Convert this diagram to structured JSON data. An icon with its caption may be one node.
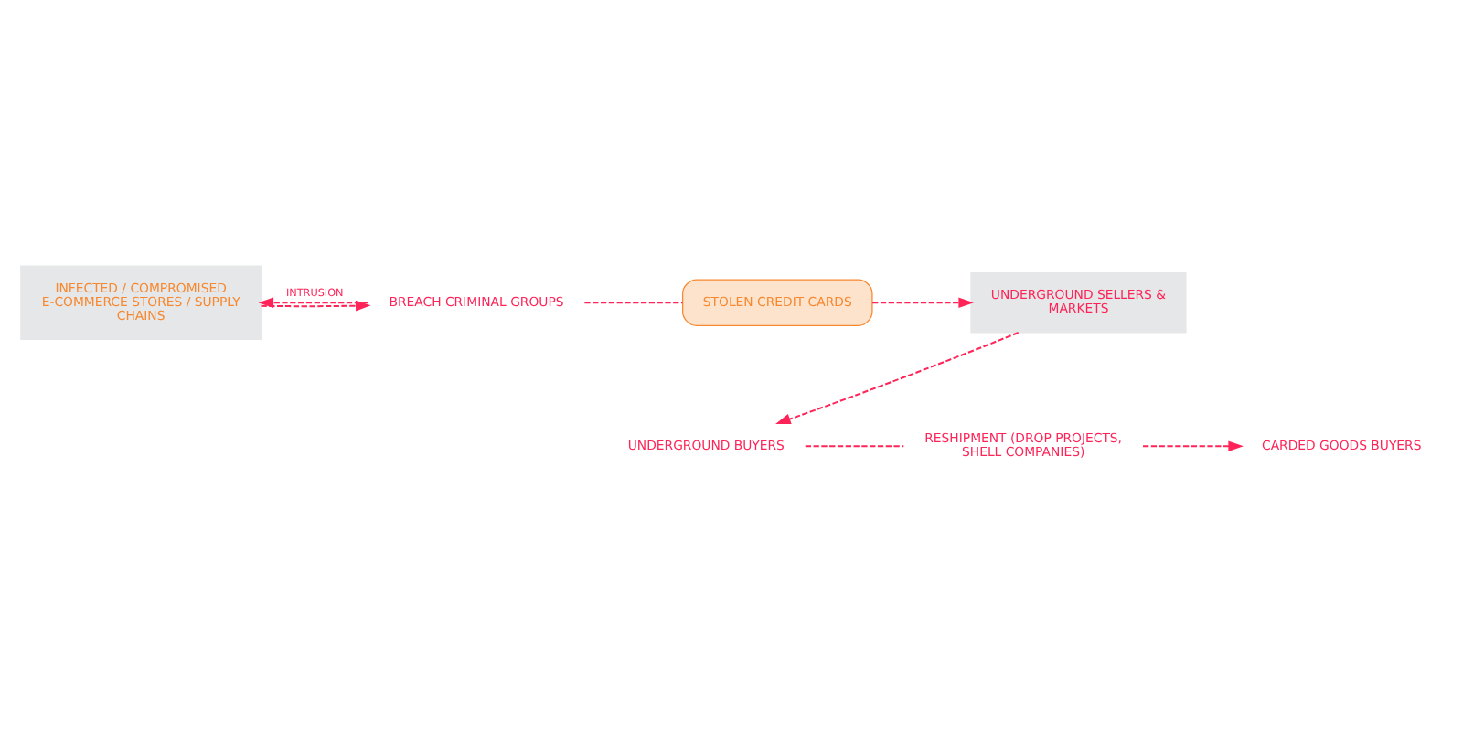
{
  "diagram": {
    "nodes": [
      {
        "text": [
          "INFECTED / COMPROMISED E-COMMERCE STORES / SUPPLY CHAINS"
        ]
      },
      {
        "text": [
          "BREACH CRIMINAL GROUPS"
        ]
      },
      {
        "text": [
          "STOLEN CREDIT CARDS"
        ]
      },
      {
        "text": [
          "UNDERGROUND SELLERS & MARKETS"
        ]
      },
      {
        "text": [
          "UNDERGROUND BUYERS"
        ]
      },
      {
        "text": [
          "RESHIPMENT (DROP PROJECTS, SHELL COMPANIES)"
        ]
      },
      {
        "text": [
          "CARDED GOODS BUYERS"
        ]
      }
    ],
    "edges": [
      {
        "from": 1,
        "to": 0,
        "arrow": "to",
        "label": "INTRUSION",
        "style": "dashed"
      },
      {
        "from": 0,
        "to": 1,
        "arrow": "to",
        "style": "dashed"
      },
      {
        "from": 1,
        "to": 2,
        "arrow": "none",
        "style": "dashed"
      },
      {
        "from": 2,
        "to": 3,
        "arrow": "to",
        "style": "dashed"
      },
      {
        "from": 3,
        "to": 4,
        "arrow": "to",
        "style": "dashed"
      },
      {
        "from": 4,
        "to": 5,
        "arrow": "none",
        "style": "dashed"
      },
      {
        "from": 5,
        "to": 6,
        "arrow": "to",
        "style": "dashed"
      }
    ]
  }
}
